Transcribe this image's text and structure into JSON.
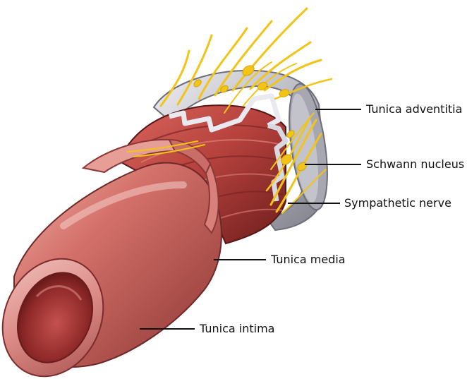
{
  "labels": {
    "tunica_adventitia": "Tunica adventitia",
    "schwann_nucleus": "Schwann nucleus",
    "sympathetic_nerve": "Sympathetic nerve",
    "tunica_media": "Tunica media",
    "tunica_intima": "Tunica intima"
  },
  "colors": {
    "vessel_muscle": "#b8433e",
    "vessel_dark": "#7f2221",
    "vessel_highlight": "#e58f86",
    "intima_pink": "#e7a3a0",
    "lumen": "#9b2f2f",
    "adventitia_gray": "#b9b9c2",
    "nerve_yellow": "#f2c418",
    "leader_line": "#111111"
  }
}
